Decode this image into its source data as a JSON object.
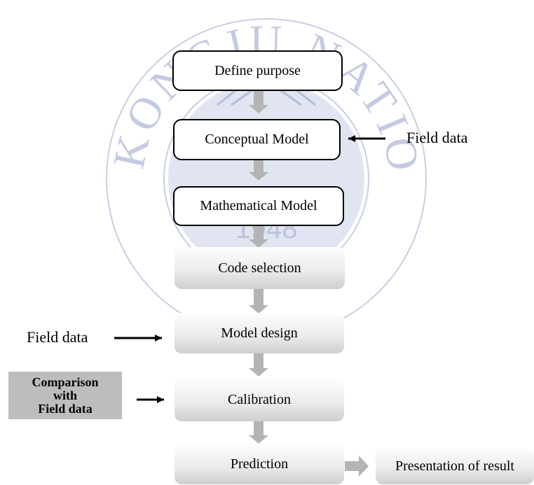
{
  "colors": {
    "watermark": "#b6bfda",
    "connector": "#b4b4b4",
    "comparison_bg": "#bdbdbd",
    "box_outline": "#000000"
  },
  "watermark": {
    "top_text": "KONGJU NATIONAL UNIVERSITY",
    "year": "1948"
  },
  "steps": [
    {
      "label": "Define purpose"
    },
    {
      "label": "Conceptual Model"
    },
    {
      "label": "Mathematical Model"
    },
    {
      "label": "Code selection"
    },
    {
      "label": "Model design"
    },
    {
      "label": "Calibration"
    },
    {
      "label": "Prediction"
    }
  ],
  "inputs": {
    "conceptual_field_data": "Field data",
    "design_field_data": "Field data",
    "comparison": [
      "Comparison",
      "with",
      "Field data"
    ]
  },
  "output": {
    "label": "Presentation of result"
  }
}
